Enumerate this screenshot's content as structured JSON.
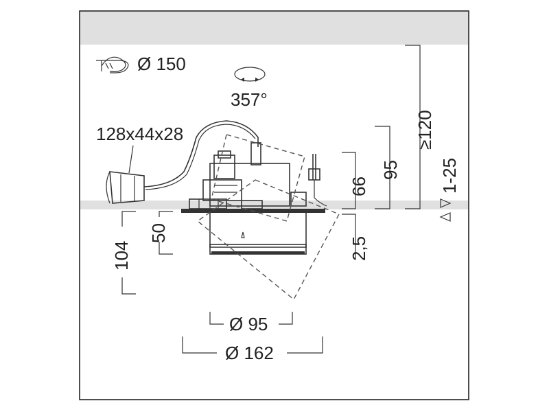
{
  "drawing": {
    "cutout_diameter": "Ø 150",
    "rotation": "357°",
    "driver_size": "128x44x28",
    "height_above": "≥120",
    "recess_depth": "95",
    "depth_66": "66",
    "ceiling_thickness": "1-25",
    "dim_104": "104",
    "dim_50": "50",
    "dim_2_5": "2,5",
    "aperture_diameter": "Ø 95",
    "outer_diameter": "Ø 162"
  },
  "colors": {
    "ceiling": "#e0e0e0",
    "frame": "#222222",
    "line": "#333333"
  },
  "icons": [
    "cutout-icon",
    "rotation-icon",
    "ceiling-thickness-arrow-icon"
  ]
}
